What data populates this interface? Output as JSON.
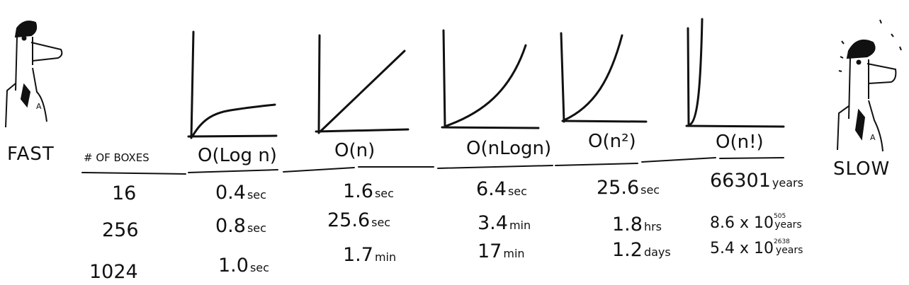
{
  "labels": {
    "fast": "FAST",
    "slow": "SLOW"
  },
  "header": {
    "boxes": "# OF BOXES",
    "big_o": [
      "O(Log n)",
      "O(n)",
      "O(nLogn)",
      "O(n²)",
      "O(n!)"
    ]
  },
  "rows": [
    {
      "boxes": "16",
      "cells": [
        {
          "value": "0.4",
          "unit": "sec"
        },
        {
          "value": "1.6",
          "unit": "sec"
        },
        {
          "value": "6.4",
          "unit": "sec"
        },
        {
          "value": "25.6",
          "unit": "sec"
        },
        {
          "value": "66301",
          "unit": "years"
        }
      ]
    },
    {
      "boxes": "256",
      "cells": [
        {
          "value": "0.8",
          "unit": "sec"
        },
        {
          "value": "25.6",
          "unit": "sec"
        },
        {
          "value": "3.4",
          "unit": "min"
        },
        {
          "value": "1.8",
          "unit": "hrs"
        },
        {
          "value": "8.6 x 10",
          "exp": "505",
          "unit": "years"
        }
      ]
    },
    {
      "boxes": "1024",
      "cells": [
        {
          "value": "1.0",
          "unit": "sec"
        },
        {
          "value": "1.7",
          "unit": "min"
        },
        {
          "value": "17",
          "unit": "min"
        },
        {
          "value": "1.2",
          "unit": "days"
        },
        {
          "value": "5.4 x 10",
          "exp": "2638",
          "unit": "years"
        }
      ]
    }
  ]
}
